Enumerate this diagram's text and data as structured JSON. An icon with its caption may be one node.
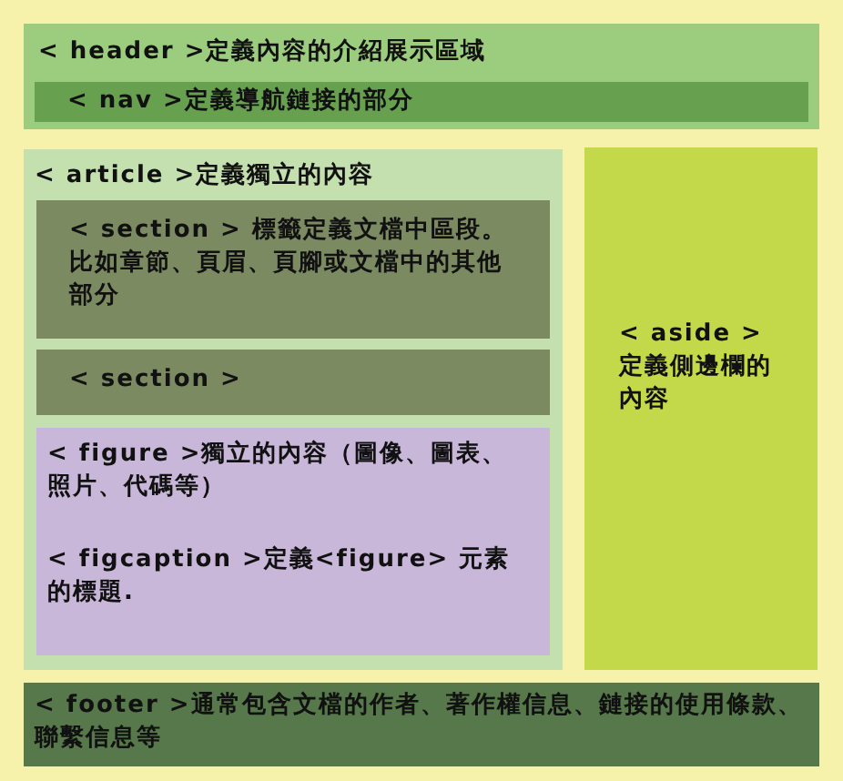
{
  "diagram": {
    "nodes": [
      {
        "text": [
          "< header >定義內容的介紹展示區域"
        ]
      },
      {
        "text": [
          "< nav >定義導航鏈接的部分"
        ],
        "in": 0
      },
      {
        "text": [
          "< article >定義獨立的內容"
        ]
      },
      {
        "text": [
          "< section > 標籤定義文檔中區段。比如章節、頁眉、頁腳或文檔中的其他部分"
        ],
        "in": 2
      },
      {
        "text": [
          "< section >"
        ],
        "in": 2
      },
      {
        "text": [
          "< figure >獨立的內容（圖像、圖表、照片、代碼等）",
          "< figcaption >定義<figure> 元素的標題."
        ],
        "in": 2
      },
      {
        "text": [
          "< aside >定義側邊欄的內容"
        ]
      },
      {
        "text": [
          "< footer >通常包含文檔的作者、著作權信息、鏈接的使用條款、聯繫信息等"
        ]
      }
    ]
  }
}
